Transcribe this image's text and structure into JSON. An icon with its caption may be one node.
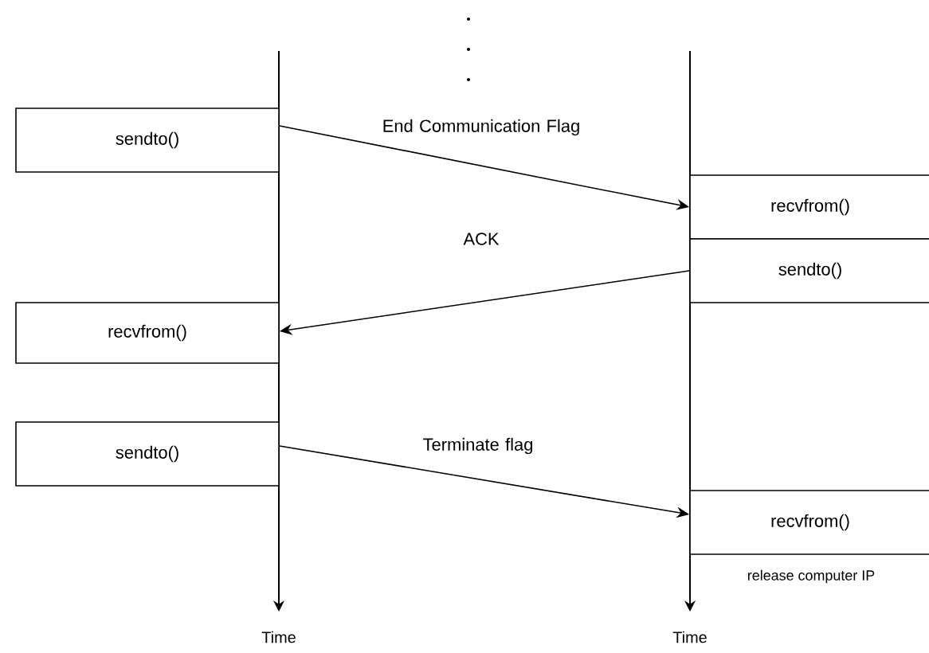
{
  "diagram": {
    "nodes": [
      {
        "text": [
          "sendto()"
        ]
      },
      {
        "text": [
          "recvfrom()"
        ]
      },
      {
        "text": [
          "sendto()"
        ]
      },
      {
        "text": [
          "recvfrom()"
        ]
      },
      {
        "text": [
          "sendto()"
        ]
      },
      {
        "text": [
          "recvfrom()"
        ]
      }
    ],
    "edges": [
      {
        "from": 0,
        "to": 1,
        "arrow": "to",
        "label": "End Communication Flag"
      },
      {
        "from": 2,
        "to": 3,
        "arrow": "to",
        "label": "ACK"
      },
      {
        "from": 4,
        "to": 5,
        "arrow": "to",
        "label": "Terminate flag"
      }
    ],
    "labels": [
      "release computer IP",
      "Time",
      "Time"
    ]
  }
}
